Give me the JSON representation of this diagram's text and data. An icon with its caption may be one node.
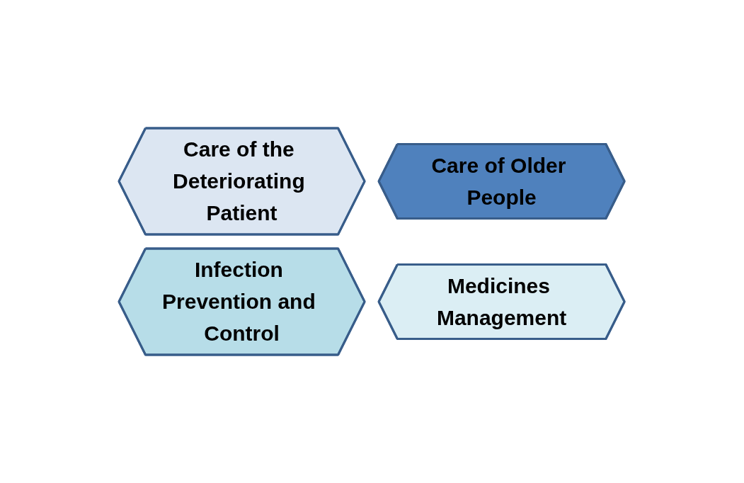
{
  "diagram": {
    "nodes": [
      {
        "text": [
          "Care of the Deteriorating Patient"
        ]
      },
      {
        "text": [
          "Care of Older People"
        ]
      },
      {
        "text": [
          "Infection Prevention and Control"
        ]
      },
      {
        "text": [
          "Medicines Management"
        ]
      }
    ]
  }
}
